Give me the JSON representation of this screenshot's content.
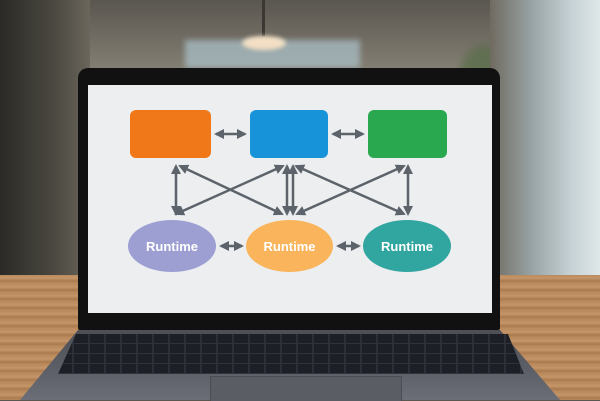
{
  "scene": {
    "description": "Laptop on a wooden desk displaying a connection diagram, blurred office background"
  },
  "diagram": {
    "arrow_color": "#5c636b",
    "rects": [
      {
        "id": "rect-orange",
        "color": "#f07818",
        "label": ""
      },
      {
        "id": "rect-blue",
        "color": "#1793d9",
        "label": ""
      },
      {
        "id": "rect-green",
        "color": "#29a84f",
        "label": ""
      }
    ],
    "ellipses": [
      {
        "id": "ellipse-purple",
        "color": "#9d9fd2",
        "label": "Runtime"
      },
      {
        "id": "ellipse-orange",
        "color": "#f9b45c",
        "label": "Runtime"
      },
      {
        "id": "ellipse-teal",
        "color": "#31a59f",
        "label": "Runtime"
      }
    ],
    "connections": [
      {
        "from": "rect-orange",
        "to": "rect-blue",
        "type": "bidirectional"
      },
      {
        "from": "rect-blue",
        "to": "rect-green",
        "type": "bidirectional"
      },
      {
        "from": "ellipse-purple",
        "to": "ellipse-orange",
        "type": "bidirectional"
      },
      {
        "from": "ellipse-orange",
        "to": "ellipse-teal",
        "type": "bidirectional"
      },
      {
        "from": "rect-orange",
        "to": "ellipse-purple",
        "type": "bidirectional"
      },
      {
        "from": "rect-orange",
        "to": "ellipse-orange",
        "type": "bidirectional"
      },
      {
        "from": "rect-blue",
        "to": "ellipse-purple",
        "type": "bidirectional"
      },
      {
        "from": "rect-blue",
        "to": "ellipse-orange",
        "type": "bidirectional"
      },
      {
        "from": "rect-blue",
        "to": "ellipse-teal",
        "type": "bidirectional"
      },
      {
        "from": "rect-green",
        "to": "ellipse-orange",
        "type": "bidirectional"
      },
      {
        "from": "rect-green",
        "to": "ellipse-teal",
        "type": "bidirectional"
      }
    ]
  }
}
